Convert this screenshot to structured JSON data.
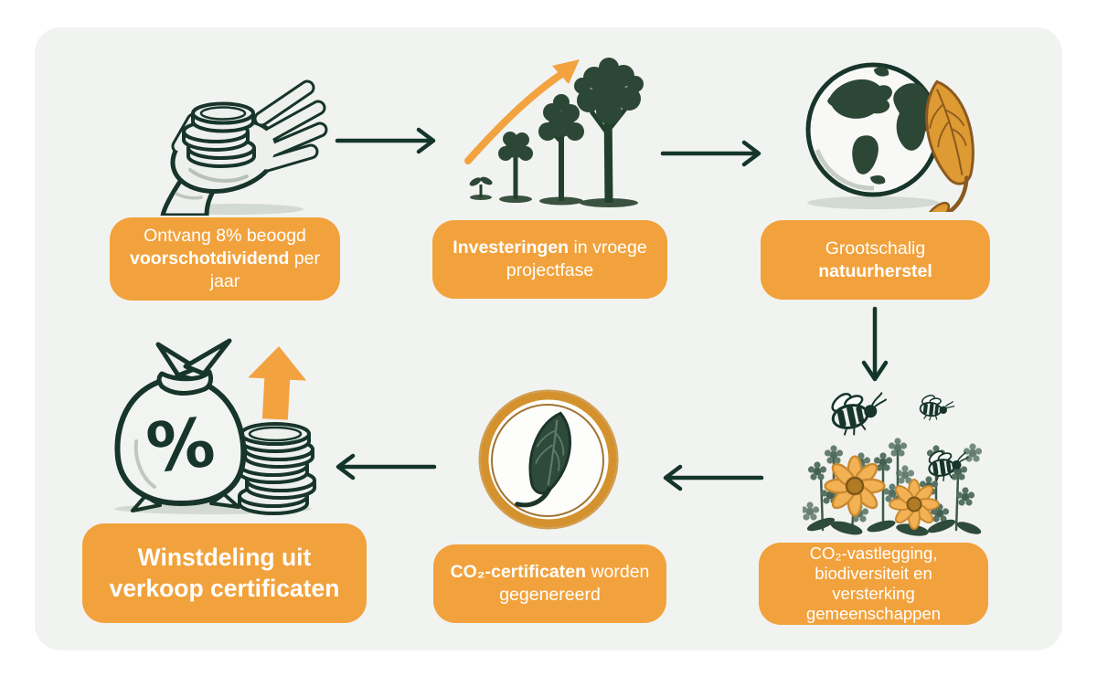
{
  "colors": {
    "page_background": "#ffffff",
    "card_background": "#f1f3f1",
    "accent_orange": "#f2a23c",
    "ink_dark_green": "#14362a",
    "label_text": "#ffffff",
    "illustration_orange": "#de9a33"
  },
  "steps": [
    {
      "id": 1,
      "illustration": "hand-holding-coins",
      "label": [
        {
          "t": "Ontvang 8% beoogd ",
          "b": false
        },
        {
          "t": "voorschotdividend",
          "b": true
        },
        {
          "t": " per jaar",
          "b": false
        }
      ]
    },
    {
      "id": 2,
      "illustration": "growing-trees-with-rising-arrow",
      "label": [
        {
          "t": "Investeringen",
          "b": true
        },
        {
          "t": " in vroege projectfase",
          "b": false
        }
      ]
    },
    {
      "id": 3,
      "illustration": "globe-with-leaf",
      "label": [
        {
          "t": "Grootschalig ",
          "b": false
        },
        {
          "t": "natuurherstel",
          "b": true
        }
      ]
    },
    {
      "id": 4,
      "illustration": "bees-and-wildflowers",
      "label": [
        {
          "t": "CO₂-vastlegging, biodiversiteit en versterking gemeenschappen",
          "b": false
        }
      ]
    },
    {
      "id": 5,
      "illustration": "leaf-certificate-seal",
      "label": [
        {
          "t": "CO₂-certificaten",
          "b": true
        },
        {
          "t": " worden gegenereerd",
          "b": false
        }
      ]
    },
    {
      "id": 6,
      "illustration": "money-bag-with-coins-and-up-arrow",
      "label": [
        {
          "t": "Winstdeling uit verkoop certificaten",
          "b": true
        }
      ]
    }
  ],
  "arrows": [
    {
      "from": 1,
      "to": 2,
      "direction": "right"
    },
    {
      "from": 2,
      "to": 3,
      "direction": "right"
    },
    {
      "from": 3,
      "to": 4,
      "direction": "down"
    },
    {
      "from": 4,
      "to": 5,
      "direction": "left"
    },
    {
      "from": 5,
      "to": 6,
      "direction": "left"
    }
  ]
}
